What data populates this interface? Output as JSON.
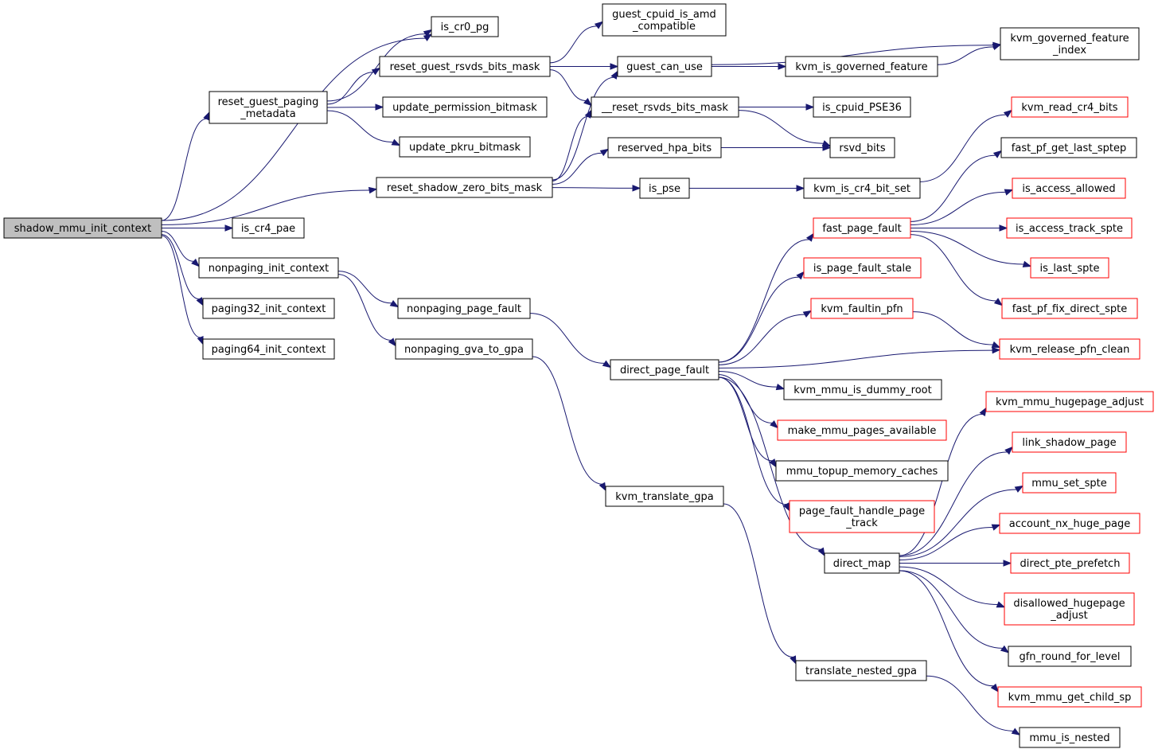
{
  "colors": {
    "edge": "#191970",
    "truncated_border": "#ff0000",
    "root_fill": "#bfbfbf"
  },
  "nodes": {
    "shadow_mmu_init_context": {
      "lines": [
        "shadow_mmu_init_context"
      ],
      "root": true
    },
    "is_cr0_pg": {
      "lines": [
        "is_cr0_pg"
      ]
    },
    "reset_guest_paging_metadata": {
      "lines": [
        "reset_guest_paging",
        "_metadata"
      ]
    },
    "reset_shadow_zero_bits_mask": {
      "lines": [
        "reset_shadow_zero_bits_mask"
      ]
    },
    "is_cr4_pae": {
      "lines": [
        "is_cr4_pae"
      ]
    },
    "nonpaging_init_context": {
      "lines": [
        "nonpaging_init_context"
      ]
    },
    "paging32_init_context": {
      "lines": [
        "paging32_init_context"
      ]
    },
    "paging64_init_context": {
      "lines": [
        "paging64_init_context"
      ]
    },
    "reset_guest_rsvds_bits_mask": {
      "lines": [
        "reset_guest_rsvds_bits_mask"
      ]
    },
    "update_permission_bitmask": {
      "lines": [
        "update_permission_bitmask"
      ]
    },
    "update_pkru_bitmask": {
      "lines": [
        "update_pkru_bitmask"
      ]
    },
    "guest_cpuid_is_amd_compatible": {
      "lines": [
        "guest_cpuid_is_amd",
        "_compatible"
      ]
    },
    "guest_can_use": {
      "lines": [
        "guest_can_use"
      ]
    },
    "__reset_rsvds_bits_mask": {
      "lines": [
        "__reset_rsvds_bits_mask"
      ]
    },
    "reserved_hpa_bits": {
      "lines": [
        "reserved_hpa_bits"
      ]
    },
    "is_pse": {
      "lines": [
        "is_pse"
      ]
    },
    "kvm_governed_feature_index": {
      "lines": [
        "kvm_governed_feature",
        "_index"
      ]
    },
    "kvm_is_governed_feature": {
      "lines": [
        "kvm_is_governed_feature"
      ]
    },
    "is_cpuid_PSE36": {
      "lines": [
        "is_cpuid_PSE36"
      ]
    },
    "rsvd_bits": {
      "lines": [
        "rsvd_bits"
      ]
    },
    "kvm_is_cr4_bit_set": {
      "lines": [
        "kvm_is_cr4_bit_set"
      ]
    },
    "kvm_read_cr4_bits": {
      "lines": [
        "kvm_read_cr4_bits"
      ],
      "truncated": true
    },
    "nonpaging_page_fault": {
      "lines": [
        "nonpaging_page_fault"
      ]
    },
    "nonpaging_gva_to_gpa": {
      "lines": [
        "nonpaging_gva_to_gpa"
      ]
    },
    "direct_page_fault": {
      "lines": [
        "direct_page_fault"
      ]
    },
    "kvm_translate_gpa": {
      "lines": [
        "kvm_translate_gpa"
      ]
    },
    "translate_nested_gpa": {
      "lines": [
        "translate_nested_gpa"
      ]
    },
    "fast_page_fault": {
      "lines": [
        "fast_page_fault"
      ],
      "truncated": true
    },
    "is_page_fault_stale": {
      "lines": [
        "is_page_fault_stale"
      ],
      "truncated": true
    },
    "kvm_faultin_pfn": {
      "lines": [
        "kvm_faultin_pfn"
      ],
      "truncated": true
    },
    "kvm_mmu_is_dummy_root": {
      "lines": [
        "kvm_mmu_is_dummy_root"
      ]
    },
    "make_mmu_pages_available": {
      "lines": [
        "make_mmu_pages_available"
      ],
      "truncated": true
    },
    "mmu_topup_memory_caches": {
      "lines": [
        "mmu_topup_memory_caches"
      ]
    },
    "page_fault_handle_page_track": {
      "lines": [
        "page_fault_handle_page",
        "_track"
      ],
      "truncated": true
    },
    "direct_map": {
      "lines": [
        "direct_map"
      ]
    },
    "fast_pf_get_last_sptep": {
      "lines": [
        "fast_pf_get_last_sptep"
      ]
    },
    "is_access_allowed": {
      "lines": [
        "is_access_allowed"
      ],
      "truncated": true
    },
    "is_access_track_spte": {
      "lines": [
        "is_access_track_spte"
      ],
      "truncated": true
    },
    "is_last_spte": {
      "lines": [
        "is_last_spte"
      ],
      "truncated": true
    },
    "fast_pf_fix_direct_spte": {
      "lines": [
        "fast_pf_fix_direct_spte"
      ],
      "truncated": true
    },
    "kvm_release_pfn_clean": {
      "lines": [
        "kvm_release_pfn_clean"
      ],
      "truncated": true
    },
    "kvm_mmu_hugepage_adjust": {
      "lines": [
        "kvm_mmu_hugepage_adjust"
      ],
      "truncated": true
    },
    "link_shadow_page": {
      "lines": [
        "link_shadow_page"
      ],
      "truncated": true
    },
    "mmu_set_spte": {
      "lines": [
        "mmu_set_spte"
      ],
      "truncated": true
    },
    "account_nx_huge_page": {
      "lines": [
        "account_nx_huge_page"
      ],
      "truncated": true
    },
    "direct_pte_prefetch": {
      "lines": [
        "direct_pte_prefetch"
      ],
      "truncated": true
    },
    "disallowed_hugepage_adjust": {
      "lines": [
        "disallowed_hugepage",
        "_adjust"
      ],
      "truncated": true
    },
    "gfn_round_for_level": {
      "lines": [
        "gfn_round_for_level"
      ]
    },
    "kvm_mmu_get_child_sp": {
      "lines": [
        "kvm_mmu_get_child_sp"
      ],
      "truncated": true
    },
    "mmu_is_nested": {
      "lines": [
        "mmu_is_nested"
      ]
    }
  },
  "edges": [
    [
      "shadow_mmu_init_context",
      "is_cr0_pg"
    ],
    [
      "shadow_mmu_init_context",
      "reset_guest_paging_metadata"
    ],
    [
      "shadow_mmu_init_context",
      "reset_shadow_zero_bits_mask"
    ],
    [
      "shadow_mmu_init_context",
      "is_cr4_pae"
    ],
    [
      "shadow_mmu_init_context",
      "nonpaging_init_context"
    ],
    [
      "shadow_mmu_init_context",
      "paging32_init_context"
    ],
    [
      "shadow_mmu_init_context",
      "paging64_init_context"
    ],
    [
      "reset_guest_paging_metadata",
      "is_cr0_pg"
    ],
    [
      "reset_guest_paging_metadata",
      "reset_guest_rsvds_bits_mask"
    ],
    [
      "reset_guest_paging_metadata",
      "update_permission_bitmask"
    ],
    [
      "reset_guest_paging_metadata",
      "update_pkru_bitmask"
    ],
    [
      "reset_guest_rsvds_bits_mask",
      "guest_cpuid_is_amd_compatible"
    ],
    [
      "reset_guest_rsvds_bits_mask",
      "guest_can_use"
    ],
    [
      "reset_guest_rsvds_bits_mask",
      "__reset_rsvds_bits_mask"
    ],
    [
      "guest_can_use",
      "kvm_governed_feature_index"
    ],
    [
      "guest_can_use",
      "kvm_is_governed_feature"
    ],
    [
      "kvm_is_governed_feature",
      "kvm_governed_feature_index"
    ],
    [
      "__reset_rsvds_bits_mask",
      "is_cpuid_PSE36"
    ],
    [
      "__reset_rsvds_bits_mask",
      "rsvd_bits"
    ],
    [
      "reset_shadow_zero_bits_mask",
      "guest_can_use"
    ],
    [
      "reset_shadow_zero_bits_mask",
      "__reset_rsvds_bits_mask"
    ],
    [
      "reset_shadow_zero_bits_mask",
      "reserved_hpa_bits"
    ],
    [
      "reset_shadow_zero_bits_mask",
      "is_pse"
    ],
    [
      "reserved_hpa_bits",
      "rsvd_bits"
    ],
    [
      "is_pse",
      "kvm_is_cr4_bit_set"
    ],
    [
      "kvm_is_cr4_bit_set",
      "kvm_read_cr4_bits"
    ],
    [
      "nonpaging_init_context",
      "nonpaging_page_fault"
    ],
    [
      "nonpaging_init_context",
      "nonpaging_gva_to_gpa"
    ],
    [
      "nonpaging_page_fault",
      "direct_page_fault"
    ],
    [
      "nonpaging_gva_to_gpa",
      "kvm_translate_gpa"
    ],
    [
      "kvm_translate_gpa",
      "translate_nested_gpa"
    ],
    [
      "translate_nested_gpa",
      "mmu_is_nested"
    ],
    [
      "direct_page_fault",
      "fast_page_fault"
    ],
    [
      "direct_page_fault",
      "is_page_fault_stale"
    ],
    [
      "direct_page_fault",
      "kvm_faultin_pfn"
    ],
    [
      "direct_page_fault",
      "kvm_release_pfn_clean"
    ],
    [
      "direct_page_fault",
      "kvm_mmu_is_dummy_root"
    ],
    [
      "direct_page_fault",
      "make_mmu_pages_available"
    ],
    [
      "direct_page_fault",
      "mmu_topup_memory_caches"
    ],
    [
      "direct_page_fault",
      "page_fault_handle_page_track"
    ],
    [
      "direct_page_fault",
      "direct_map"
    ],
    [
      "kvm_faultin_pfn",
      "kvm_release_pfn_clean"
    ],
    [
      "fast_page_fault",
      "fast_pf_get_last_sptep"
    ],
    [
      "fast_page_fault",
      "is_access_allowed"
    ],
    [
      "fast_page_fault",
      "is_access_track_spte"
    ],
    [
      "fast_page_fault",
      "is_last_spte"
    ],
    [
      "fast_page_fault",
      "fast_pf_fix_direct_spte"
    ],
    [
      "direct_map",
      "kvm_mmu_hugepage_adjust"
    ],
    [
      "direct_map",
      "link_shadow_page"
    ],
    [
      "direct_map",
      "mmu_set_spte"
    ],
    [
      "direct_map",
      "account_nx_huge_page"
    ],
    [
      "direct_map",
      "direct_pte_prefetch"
    ],
    [
      "direct_map",
      "disallowed_hugepage_adjust"
    ],
    [
      "direct_map",
      "gfn_round_for_level"
    ],
    [
      "direct_map",
      "kvm_mmu_get_child_sp"
    ]
  ]
}
